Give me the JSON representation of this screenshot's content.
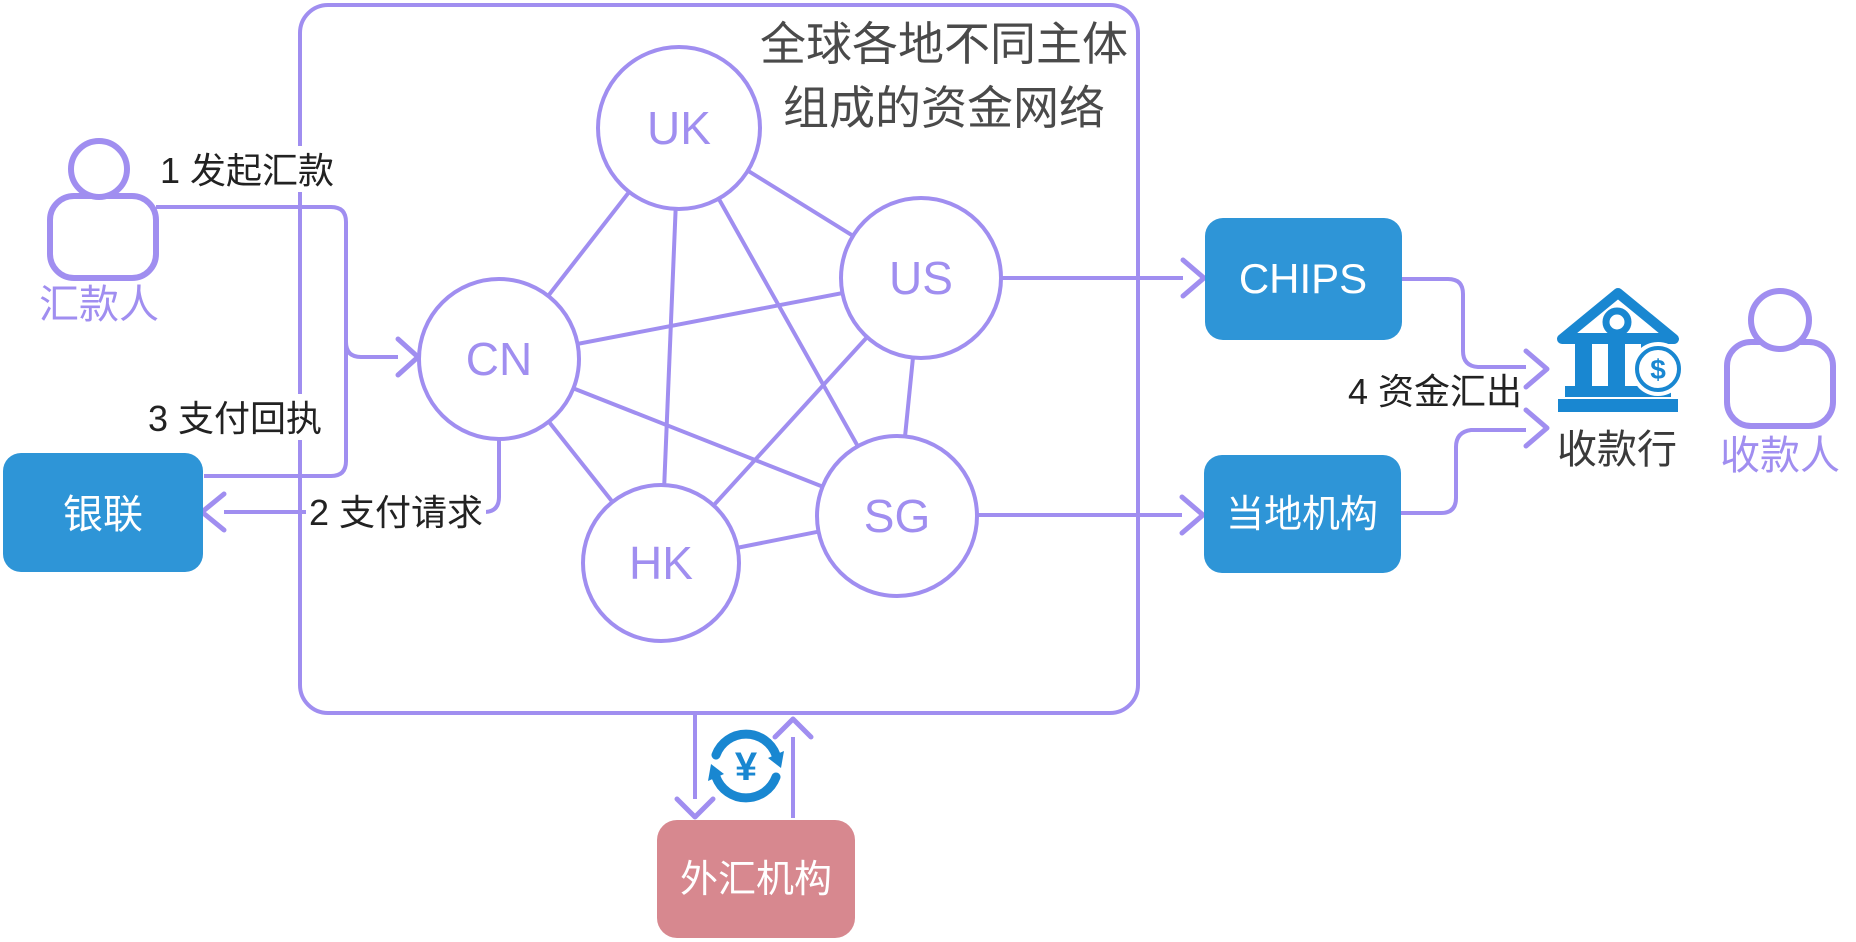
{
  "diagram": {
    "title": {
      "line1": "全球各地不同主体",
      "line2": "组成的资金网络"
    },
    "nodes": {
      "uk": "UK",
      "cn": "CN",
      "us": "US",
      "hk": "HK",
      "sg": "SG"
    },
    "edges": [
      "UK-CN",
      "UK-US",
      "UK-HK",
      "UK-SG",
      "CN-US",
      "CN-HK",
      "CN-SG",
      "US-HK",
      "US-SG",
      "HK-SG"
    ],
    "steps": {
      "step1": "1 发起汇款",
      "step2": "2 支付请求",
      "step3": "3 支付回执",
      "step4": "4 资金汇出"
    },
    "actors": {
      "remitter": "汇款人",
      "receiving_bank": "收款行",
      "payee": "收款人"
    },
    "institutions": {
      "unionpay": "银联",
      "chips": "CHIPS",
      "local_agency": "当地机构",
      "forex_agency": "外汇机构"
    },
    "icons": {
      "remitter": "user-icon",
      "payee": "user-icon",
      "receiving_bank": "bank-icon",
      "dollar_badge": "$",
      "currency_exchange": "yuan-refresh-icon",
      "currency_symbol": "¥"
    },
    "colors": {
      "purple": "#a08ef0",
      "box_blue": "#2e95d7",
      "icon_blue": "#1987d1",
      "pink": "#d7888f",
      "title_gray": "#4a4a4a",
      "label_black": "#222222",
      "white": "#ffffff"
    }
  }
}
